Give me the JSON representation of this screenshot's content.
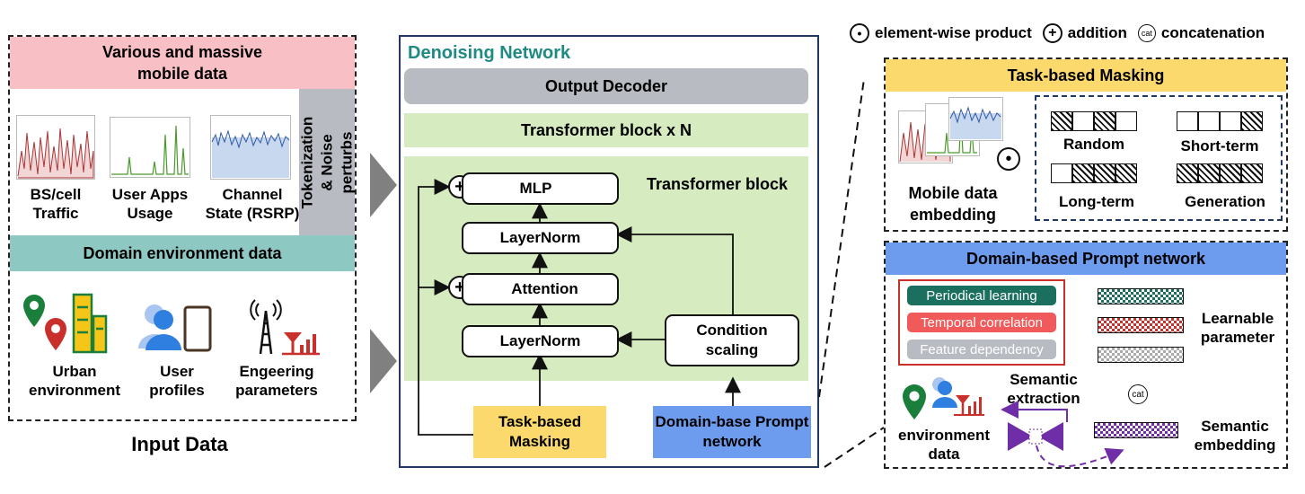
{
  "legend": {
    "dot_sym": "•",
    "product": "element-wise product",
    "plus_sym": "+",
    "addition": "addition",
    "cat_sym": "cat",
    "concatenation": "concatenation"
  },
  "input": {
    "header": "Various and massive mobile data",
    "tokenization": "Tokenization & Noise perturbs",
    "data_items": [
      "BS/cell Traffic",
      "User Apps Usage",
      "Channel State (RSRP)"
    ],
    "domain_header": "Domain environment data",
    "env_items": [
      "Urban environment",
      "User profiles",
      "Engeering parameters"
    ],
    "caption": "Input Data"
  },
  "network": {
    "title": "Denoising Network",
    "output_decoder": "Output Decoder",
    "transformer_n": "Transformer block x N",
    "transformer_block": "Transformer block",
    "mlp": "MLP",
    "layernorm_top": "LayerNorm",
    "attention": "Attention",
    "layernorm_bottom": "LayerNorm",
    "condition_scaling": "Condition scaling",
    "task_masking": "Task-based Masking",
    "domain_prompt": "Domain-base Prompt network"
  },
  "masking": {
    "title": "Task-based Masking",
    "embedding_label": "Mobile data embedding",
    "random": "Random",
    "short_term": "Short-term",
    "long_term": "Long-term",
    "generation": "Generation"
  },
  "prompt": {
    "title": "Domain-based Prompt network",
    "periodical": "Periodical learning",
    "temporal": "Temporal correlation",
    "feature": "Feature dependency",
    "learnable": "Learnable parameter",
    "semantic_extraction": "Semantic extraction",
    "env_data": "environment data",
    "semantic_embedding": "Semantic embedding"
  },
  "colors": {
    "pink": "#f8bfc4",
    "teal_header": "#8dc8c3",
    "green": "#d6ebc0",
    "gray": "#b8bcc2",
    "yellow": "#fcd96c",
    "blue": "#6d9bee",
    "title_teal": "#1f8a82",
    "navy": "#1f3864",
    "purple": "#6f2da8",
    "green_pin": "#1a7f3a",
    "red_pin": "#c9302c",
    "dark_teal": "#1b6f5f",
    "red_btn": "#f05a5a"
  }
}
